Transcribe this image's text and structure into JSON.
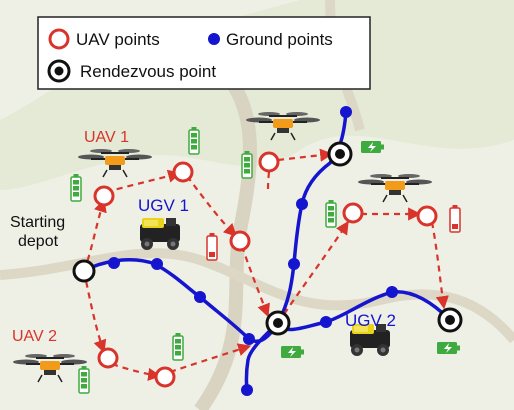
{
  "legend": {
    "uav_points": "UAV points",
    "ground_points": "Ground points",
    "rendezvous_point": "Rendezvous point"
  },
  "labels": {
    "uav1": "UAV 1",
    "uav2": "UAV 2",
    "ugv1": "UGV 1",
    "ugv2": "UGV 2",
    "starting": "Starting",
    "depot": "depot"
  },
  "colors": {
    "uav": "#d9342b",
    "ground": "#1515d0",
    "rendezvous": "#111111",
    "map_bg": "#eef0e6",
    "battery_full": "#3faa3f",
    "battery_low": "#d9342b"
  },
  "icons": [
    "drone-icon",
    "ugv-robot-icon",
    "battery-icon",
    "charging-battery-icon"
  ]
}
